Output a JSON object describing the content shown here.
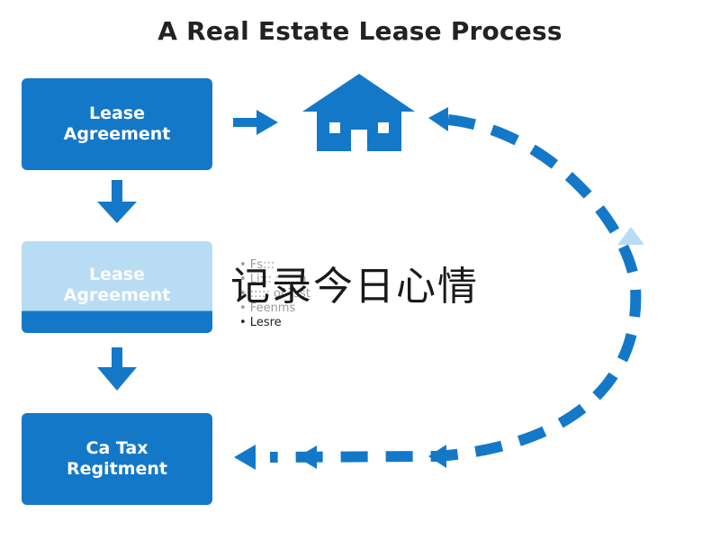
{
  "title": "A Real Estate Lease Process",
  "colors": {
    "primary": "#1478c8",
    "light": "#b9dcf5"
  },
  "boxes": [
    {
      "label": "Lease\nAgreement"
    },
    {
      "label": "Lease\nAgreement"
    },
    {
      "label": "Ca Tax\nRegitment"
    }
  ],
  "notes": {
    "items": [
      "Fs:::",
      "Li::: ::::::n",
      "::::: of Tsst",
      "Feenms",
      "Lesre"
    ]
  },
  "overlay_text": "记录今日心情",
  "icons": {
    "house": "house-icon"
  }
}
